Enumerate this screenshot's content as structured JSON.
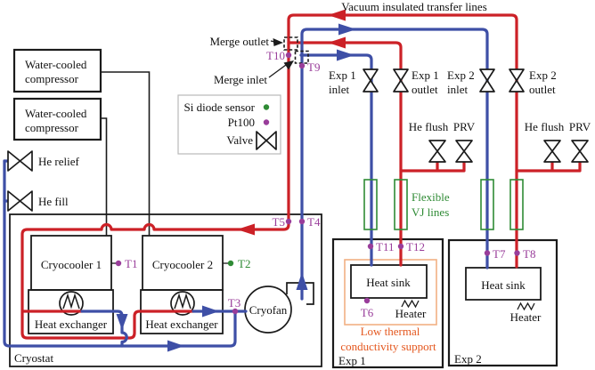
{
  "colors": {
    "hot_line": "#cc2127",
    "cold_line": "#3e4fa6",
    "pt100_purple": "#993d9a",
    "si_diode_green": "#2f8b35",
    "vj_green": "#2f8b35",
    "support_orange": "#e4571e",
    "support_box": "#f2b183",
    "line_black": "#1b1b1b"
  },
  "title": "Vacuum insulated transfer lines",
  "labels": {
    "merge_outlet": "Merge outlet",
    "merge_inlet": "Merge inlet",
    "compressor_line1": "Water-cooled",
    "compressor_line2": "compressor",
    "he_relief": "He relief",
    "he_fill": "He fill",
    "cryostat": "Cryostat",
    "cryocooler_1": "Cryocooler 1",
    "cryocooler_2": "Cryocooler 2",
    "heat_exchanger": "Heat exchanger",
    "cryofan": "Cryofan",
    "exp_1": "Exp 1",
    "exp_2": "Exp 2",
    "inlet": "inlet",
    "outlet": "outlet",
    "he_flush": "He flush",
    "prv": "PRV",
    "flexible_vj_line1": "Flexible",
    "flexible_vj_line2": "VJ lines",
    "heat_sink": "Heat sink",
    "heater": "Heater",
    "low_thermal_line1": "Low thermal",
    "low_thermal_line2": "conductivity support"
  },
  "legend": {
    "si_diode": "Si diode sensor",
    "pt100": "Pt100",
    "valve": "Valve"
  },
  "sensors": {
    "t1": "T1",
    "t2": "T2",
    "t3": "T3",
    "t4": "T4",
    "t5": "T5",
    "t6": "T6",
    "t7": "T7",
    "t8": "T8",
    "t9": "T9",
    "t10": "T10",
    "t11": "T11",
    "t12": "T12"
  }
}
